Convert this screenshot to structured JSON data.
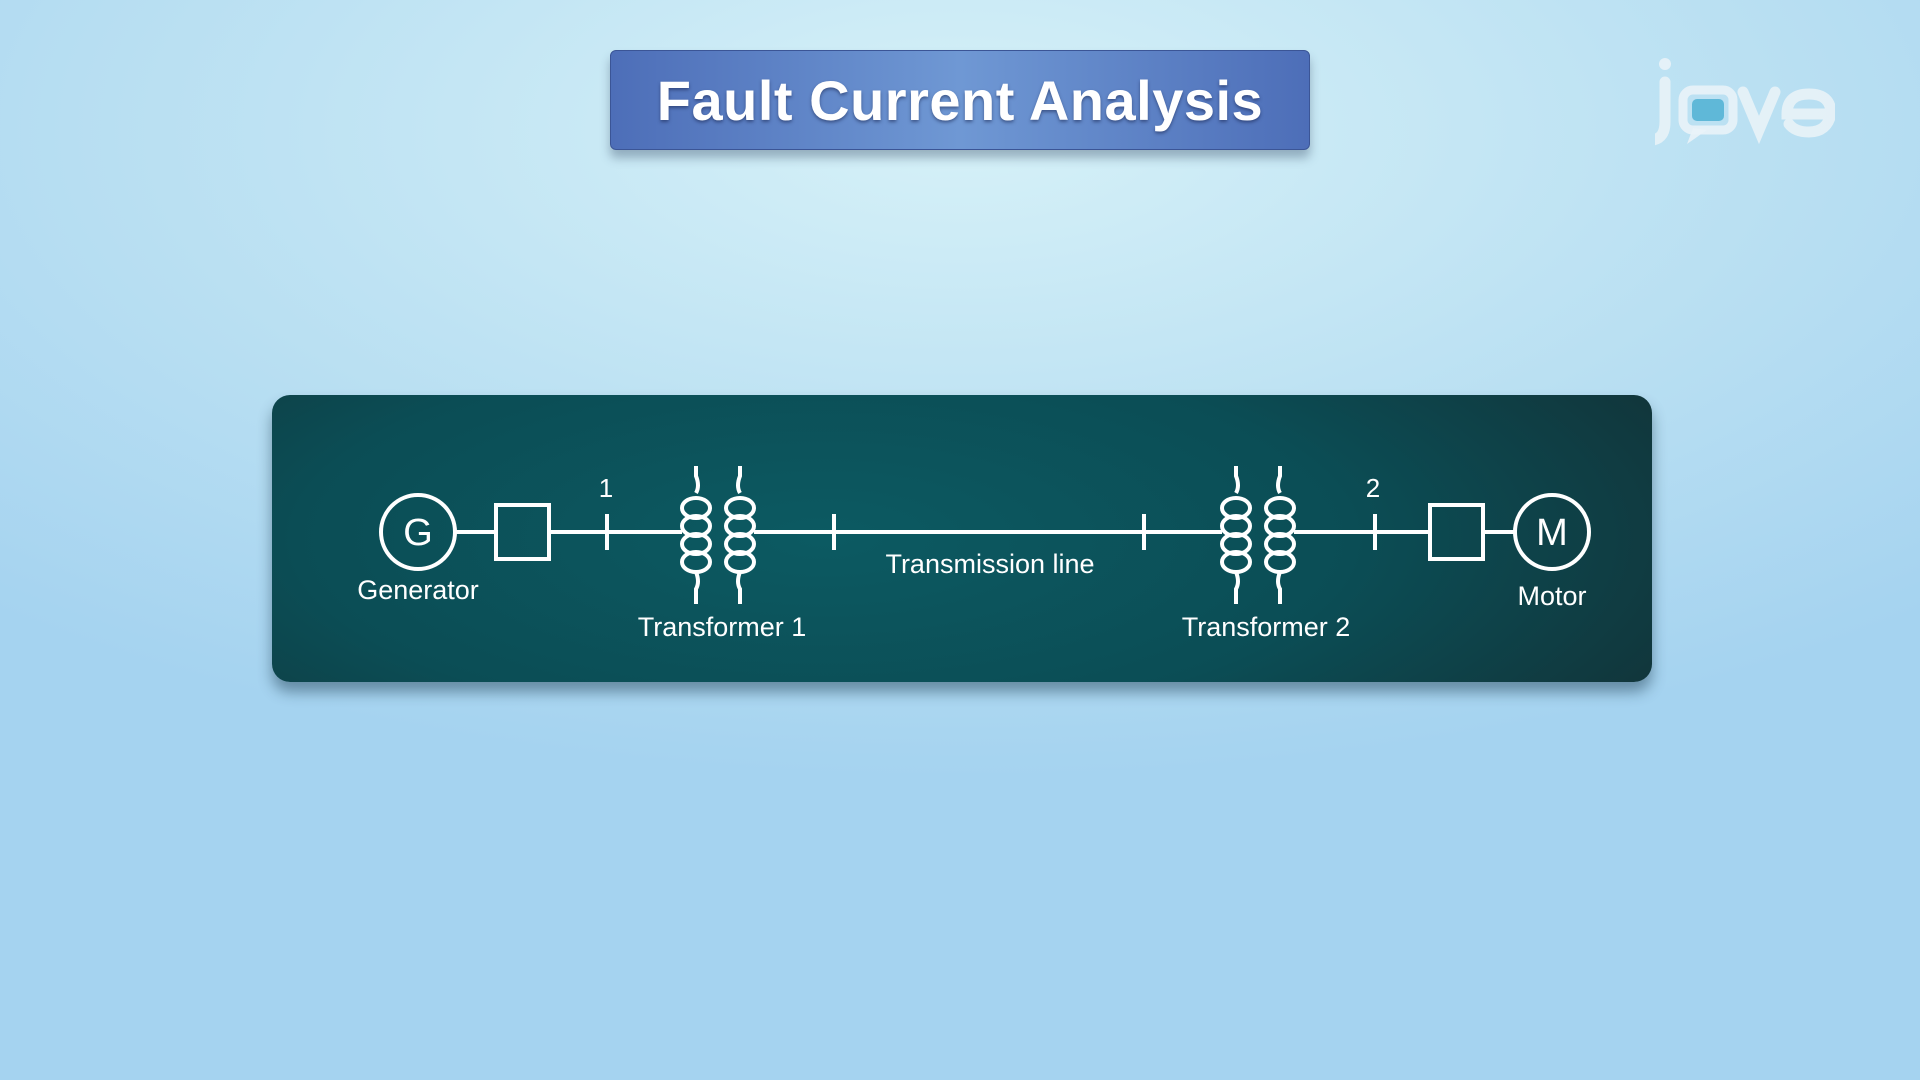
{
  "title": "Fault Current Analysis",
  "logo": {
    "text": "jove",
    "icon": "speech-bubble-icon"
  },
  "diagram": {
    "generator": {
      "symbol": "G",
      "label": "Generator"
    },
    "bus_1": "1",
    "transformer_1": "Transformer 1",
    "transmission_line": "Transmission line",
    "transformer_2": "Transformer 2",
    "bus_2": "2",
    "motor": {
      "symbol": "M",
      "label": "Motor"
    }
  },
  "colors": {
    "title_box": "#5b80c4",
    "panel": "#0b4d55",
    "line": "#ffffff"
  }
}
